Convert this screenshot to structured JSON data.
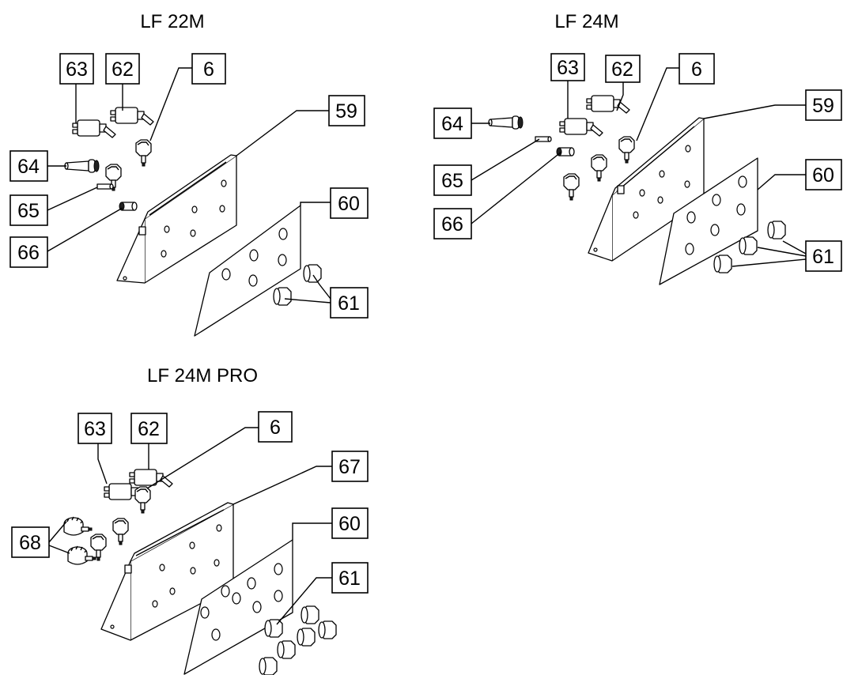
{
  "diagram": {
    "panels": [
      {
        "id": "lf22m",
        "title": "LF 22M",
        "callouts": {
          "c63": "63",
          "c62": "62",
          "c6": "6",
          "c59": "59",
          "c64": "64",
          "c65": "65",
          "c66": "66",
          "c60": "60",
          "c61": "61"
        }
      },
      {
        "id": "lf24m",
        "title": "LF 24M",
        "callouts": {
          "c63": "63",
          "c62": "62",
          "c6": "6",
          "c59": "59",
          "c64": "64",
          "c65": "65",
          "c66": "66",
          "c60": "60",
          "c61": "61"
        }
      },
      {
        "id": "lf24mpro",
        "title": "LF 24M PRO",
        "callouts": {
          "c63": "63",
          "c62": "62",
          "c6": "6",
          "c67": "67",
          "c68": "68",
          "c60": "60",
          "c61": "61"
        }
      }
    ]
  }
}
